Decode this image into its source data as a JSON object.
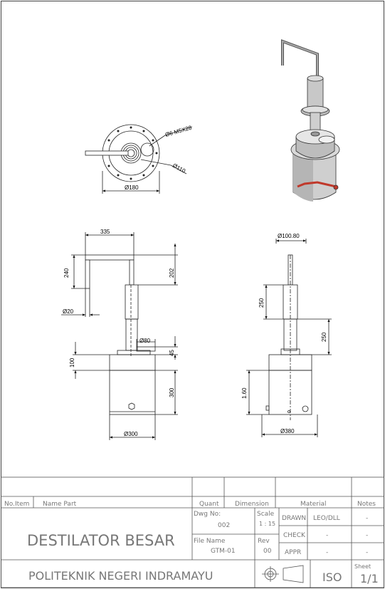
{
  "top_view": {
    "dim_bolt": "Ø6 M5X28",
    "dim_inner": "Ø110",
    "dim_outer": "Ø180"
  },
  "front_view": {
    "dim_arm_width": "335",
    "dim_arm_height": "240",
    "dim_pipe_top": "202",
    "dim_pipe_dia": "Ø20",
    "dim_flange": "Ø80",
    "dim_neck": "45",
    "dim_lid": "100",
    "dim_body": "300",
    "dim_base": "Ø300"
  },
  "side_view": {
    "dim_top": "Ø100.80",
    "dim_250_left": "250",
    "dim_250_right": "250",
    "dim_160": "1.60",
    "dim_base": "Ø380"
  },
  "title_block": {
    "headers": {
      "no_item": "No.Item",
      "name_part": "Name Part",
      "quant": "Quant",
      "dimension": "Dimension",
      "material": "Material",
      "notes": "Notes"
    },
    "title": "DESTILATOR BESAR",
    "dwg_no_label": "Dwg No:",
    "dwg_no": "002",
    "scale_label": "Scale",
    "scale": "1 : 15",
    "file_name_label": "File Name",
    "file_name": "GTM-01",
    "rev_label": "Rev",
    "rev": "00",
    "drawn_label": "DRAWN",
    "drawn": "LEO/DLL",
    "check_label": "CHECK",
    "check": "-",
    "appr_label": "APPR",
    "appr": "-",
    "notes_1": "-",
    "notes_2": "-",
    "notes_3": "-",
    "institution": "POLITEKNIK NEGERI INDRAMAYU",
    "standard": "ISO",
    "sheet_label": "Sheet",
    "sheet": "1/1"
  }
}
